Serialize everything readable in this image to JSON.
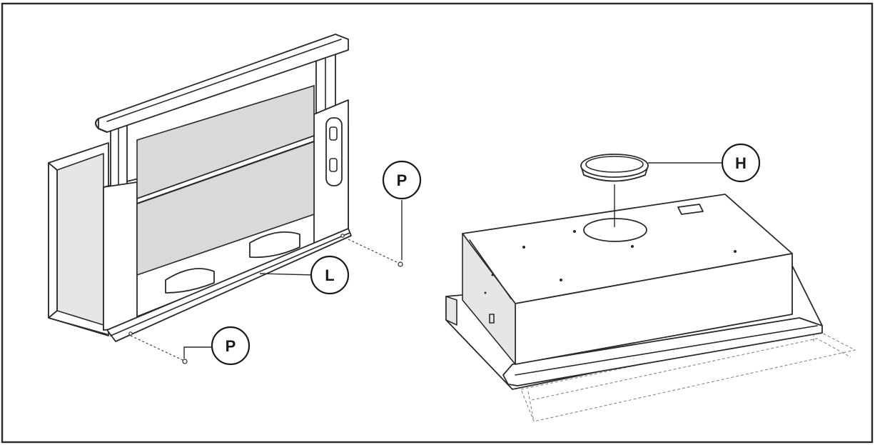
{
  "callouts": {
    "p_upper": "P",
    "l": "L",
    "p_lower": "P",
    "h": "H"
  }
}
